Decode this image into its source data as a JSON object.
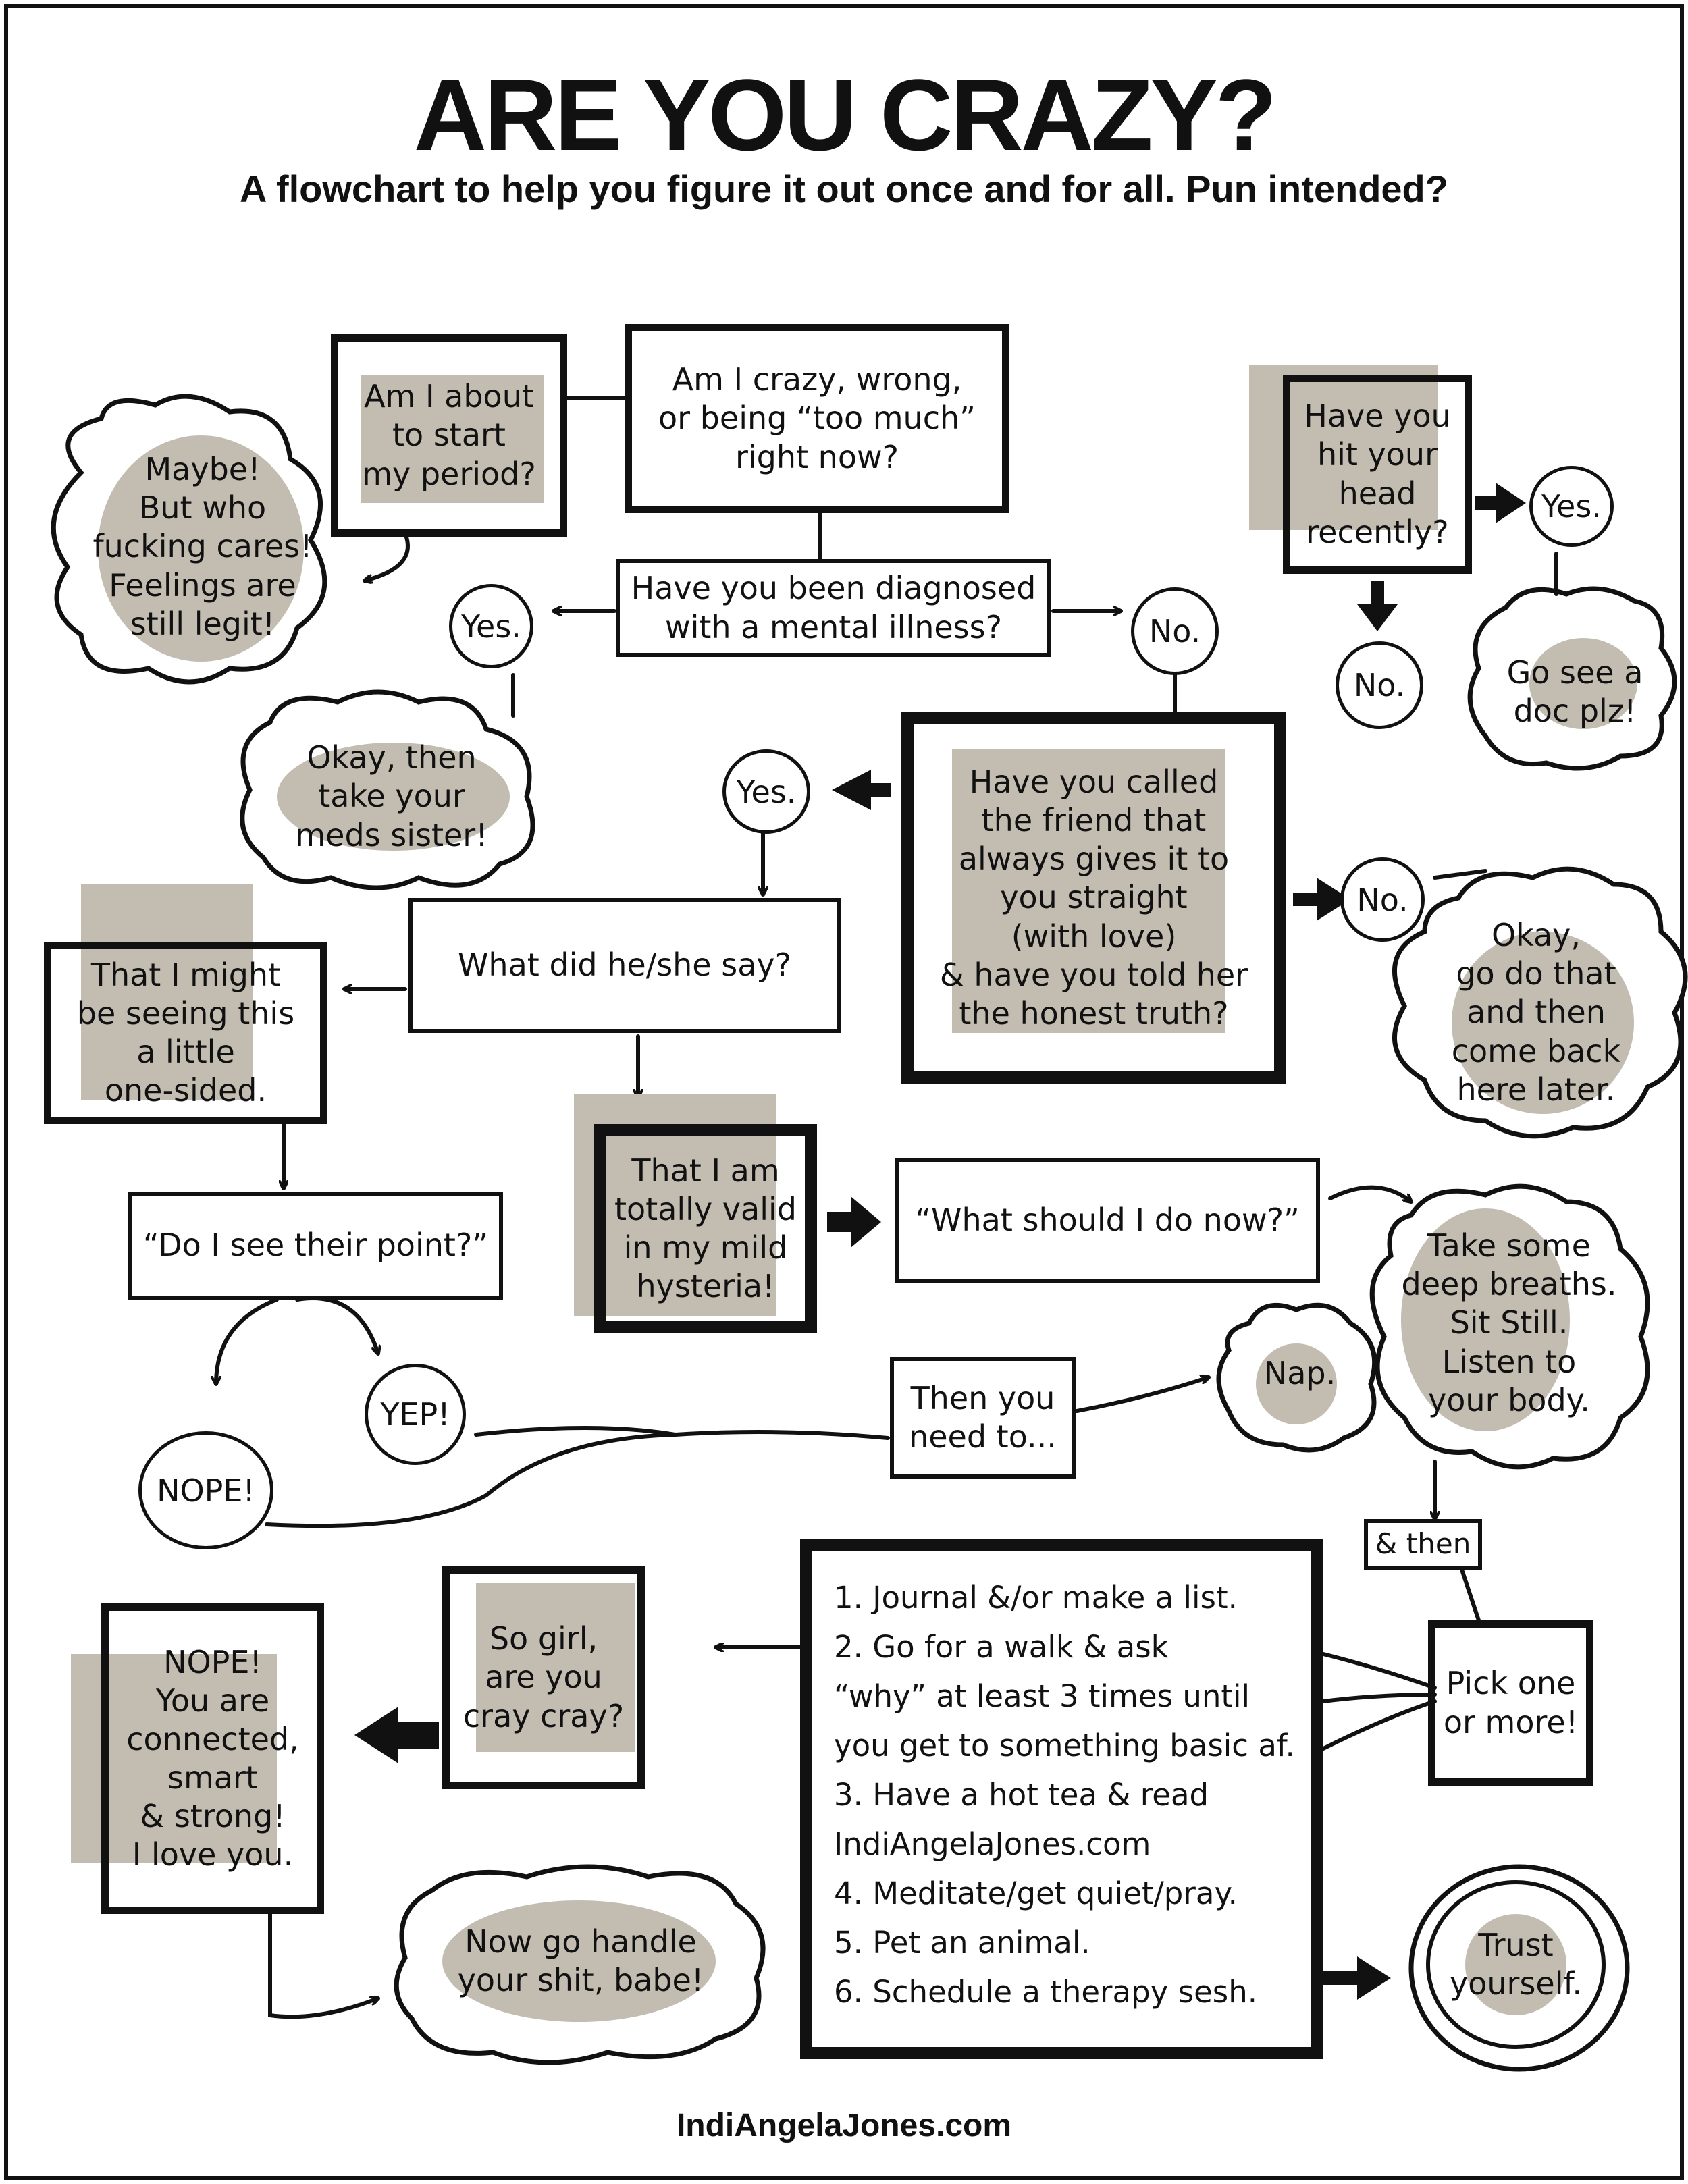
{
  "header": {
    "title": "ARE YOU CRAZY?",
    "subtitle": "A flowchart to help you figure it out once and for all. Pun intended?"
  },
  "nodes": {
    "period": "Am I about\nto start\nmy period?",
    "crazy_wrong": "Am I crazy, wrong,\nor being “too much”\nright now?",
    "maybe": "Maybe!\nBut who\nfucking cares!\nFeelings are\nstill legit!",
    "diagnosed": "Have you been diagnosed\nwith a mental illness?",
    "yes_1": "Yes.",
    "no_1": "No.",
    "meds": "Okay, then\ntake your\nmeds sister!",
    "called_friend": "Have you called\nthe friend that\nalways gives it to\nyou straight\n(with love)\n& have you told her\nthe honest truth?",
    "yes_2": "Yes.",
    "no_2": "No.",
    "go_do_that": "Okay,\ngo do that\nand then\ncome back\nhere later.",
    "hit_head": "Have you\nhit your\nhead\nrecently?",
    "yes_3": "Yes.",
    "no_3": "No.",
    "see_doc": "Go see a\ndoc plz!",
    "what_say": "What did he/she say?",
    "one_sided": "That I might\nbe seeing this\na little\none-sided.",
    "see_point": "“Do I see their point?”",
    "yep": "YEP!",
    "nope_small": "NOPE!",
    "valid": "That I am\ntotally valid\nin my mild\nhysteria!",
    "do_now": "“What should I do now?”",
    "breaths": "Take some\ndeep breaths.\nSit Still.\nListen to\nyour body.",
    "need_to": "Then you\nneed to...",
    "nap": "Nap.",
    "and_then": "& then",
    "pick_one": "Pick one\nor more!",
    "so_girl": "So girl,\nare you\ncray cray?",
    "nope_big": "NOPE!\nYou are\nconnected,\nsmart\n& strong!\nI love you.",
    "handle": "Now go handle\nyour shit, babe!",
    "trust": "Trust\nyourself."
  },
  "todo_list": [
    "1. Journal &/or make a list.",
    "2. Go for a walk & ask",
    "“why” at least 3 times until",
    "you get to something basic af.",
    "3. Have a hot tea & read",
    "IndiAngelaJones.com",
    "4. Meditate/get quiet/pray.",
    "5. Pet an animal.",
    "6. Schedule a therapy sesh."
  ],
  "footer": "IndiAngelaJones.com",
  "colors": {
    "ink": "#111111",
    "accent_gray": "#c2bcb1",
    "paper": "#ffffff"
  }
}
